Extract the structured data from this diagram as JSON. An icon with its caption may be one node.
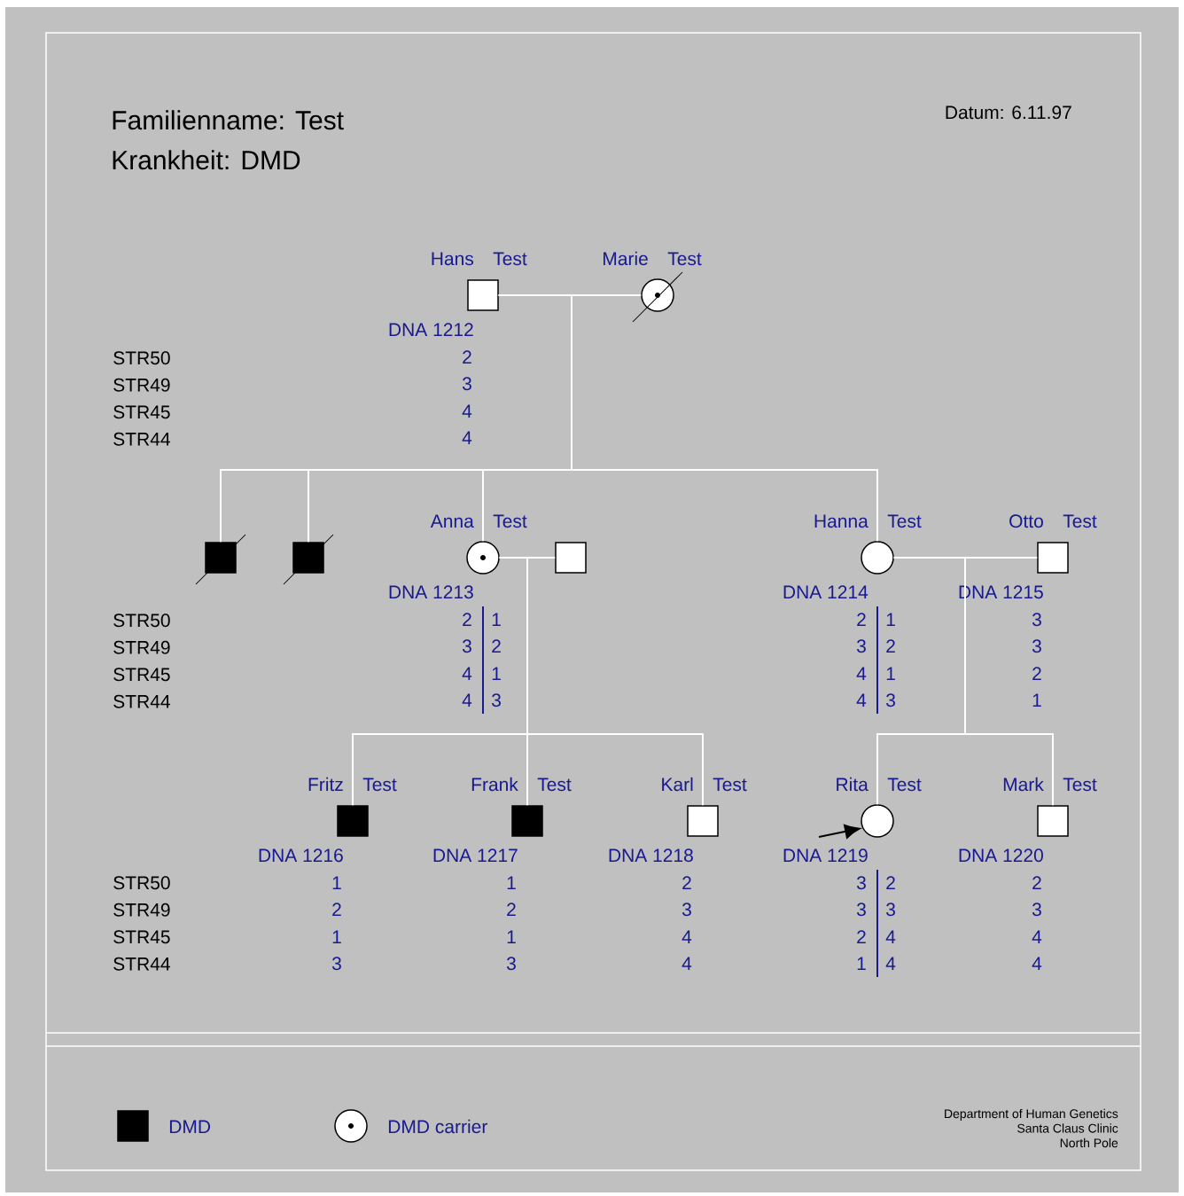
{
  "diagram": {
    "nodes": [
      {
        "text": [
          "Hans",
          "Test",
          "DNA 1212"
        ],
        "beside": [
          "2",
          "3",
          "4",
          "4"
        ]
      },
      {
        "text": [
          "Marie",
          "Test"
        ]
      },
      {
        "text": [],
        "shape": "box"
      },
      {
        "text": [],
        "shape": "box"
      },
      {
        "text": [
          "Anna",
          "Test",
          "DNA 1213"
        ],
        "beside": [
          "2",
          "1",
          "3",
          "2",
          "4",
          "1",
          "4",
          "3"
        ]
      },
      {
        "text": [],
        "shape": "box"
      },
      {
        "text": [
          "Hanna",
          "Test",
          "DNA 1214"
        ],
        "beside": [
          "2",
          "1",
          "3",
          "2",
          "4",
          "1",
          "4",
          "3"
        ]
      },
      {
        "text": [
          "Otto",
          "Test",
          "DNA 1215"
        ],
        "beside": [
          "3",
          "3",
          "2",
          "1"
        ]
      },
      {
        "text": [
          "Fritz",
          "Test",
          "DNA 1216"
        ],
        "beside": [
          "1",
          "2",
          "1",
          "3"
        ]
      },
      {
        "text": [
          "Frank",
          "Test",
          "DNA 1217"
        ],
        "beside": [
          "1",
          "2",
          "1",
          "3"
        ]
      },
      {
        "text": [
          "Karl",
          "Test",
          "DNA 1218"
        ],
        "beside": [
          "2",
          "3",
          "4",
          "4"
        ]
      },
      {
        "text": [
          "Rita",
          "Test",
          "DNA 1219"
        ],
        "beside": [
          "3",
          "2",
          "3",
          "3",
          "2",
          "4",
          "1",
          "4"
        ]
      },
      {
        "text": [
          "Mark",
          "Test",
          "DNA 1220"
        ],
        "beside": [
          "2",
          "3",
          "4",
          "4"
        ]
      }
    ],
    "edges": [
      {
        "from": 0,
        "to": 1,
        "arrow": "none"
      },
      {
        "from": 0,
        "to": 2,
        "arrow": "none"
      },
      {
        "from": 0,
        "to": 3,
        "arrow": "none"
      },
      {
        "from": 0,
        "to": 4,
        "arrow": "none"
      },
      {
        "from": 0,
        "to": 6,
        "arrow": "none"
      },
      {
        "from": 4,
        "to": 5,
        "arrow": "none"
      },
      {
        "from": 4,
        "to": 8,
        "arrow": "none"
      },
      {
        "from": 4,
        "to": 9,
        "arrow": "none"
      },
      {
        "from": 4,
        "to": 10,
        "arrow": "none"
      },
      {
        "from": 6,
        "to": 7,
        "arrow": "none"
      },
      {
        "from": 6,
        "to": 11,
        "arrow": "none"
      },
      {
        "from": 6,
        "to": 12,
        "arrow": "none"
      },
      {
        "from": null,
        "to": 11,
        "arrow": "to",
        "color": "#000000"
      }
    ],
    "labels": [
      "Familienname: Test",
      "Krankheit: DMD",
      "Datum: 6.11.97",
      "STR50",
      "STR49",
      "STR45",
      "STR44",
      "STR50",
      "STR49",
      "STR45",
      "STR44",
      "STR50",
      "STR49",
      "STR45",
      "STR44",
      "Department of Human Genetics",
      "Santa Claus Clinic",
      "North Pole"
    ],
    "legend": [
      {
        "text": "DMD"
      },
      {
        "text": "DMD carrier"
      }
    ]
  }
}
